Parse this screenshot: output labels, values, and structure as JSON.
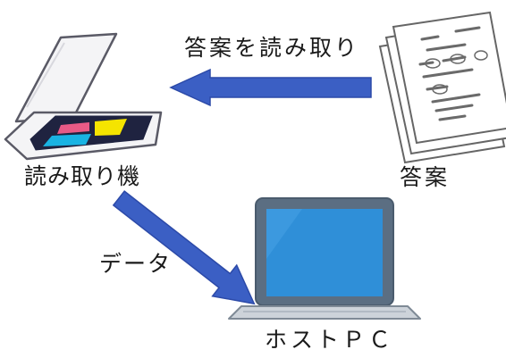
{
  "labels": {
    "flow_read": "答案を読み取り",
    "reader": "読み取り機",
    "answer": "答案",
    "data": "データ",
    "host_pc": "ホストＰＣ"
  },
  "colors": {
    "arrow": "#3b5fc4",
    "arrow_edge": "#2c4aa8",
    "scanner_body": "#f4f4f6",
    "scanner_outline": "#5a5a66",
    "scan_bed": "#1f2340",
    "scan_pink": "#e85a86",
    "scan_yellow": "#f5e400",
    "scan_cyan": "#19b3e3",
    "laptop_frame": "#5b6e82",
    "laptop_screen": "#2f8fd8",
    "laptop_base": "#cdd3da",
    "paper": "#ffffff",
    "paper_outline": "#666666",
    "paper_text": "#6a6a6a"
  },
  "icons": [
    "flatbed-scanner-icon",
    "answer-sheets-icon",
    "laptop-icon",
    "left-arrow-icon",
    "down-right-arrow-icon"
  ]
}
